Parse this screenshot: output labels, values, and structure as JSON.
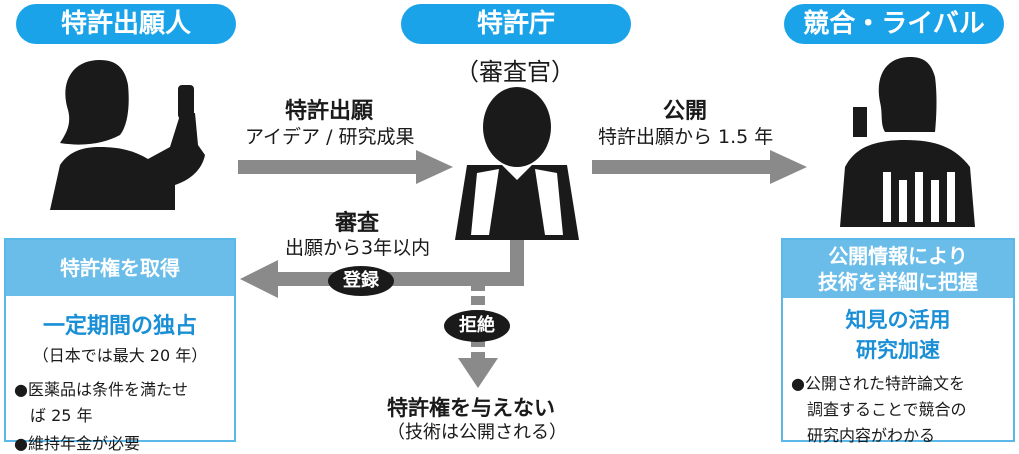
{
  "applicant": {
    "title": "特許出願人",
    "result_box": {
      "heading": "特許権を取得",
      "main": "一定期間の独占",
      "sub": "（日本では最大 20 年）",
      "bullets": [
        "●医薬品は条件を満たせ",
        "ば 25 年",
        "●維持年金が必要"
      ]
    }
  },
  "office": {
    "title": "特許庁",
    "role": "（審査官）"
  },
  "rival": {
    "title": "競合・ライバル",
    "result_box": {
      "heading_lines": [
        "公開情報により",
        "技術を詳細に把握"
      ],
      "main_lines": [
        "知見の活用",
        "研究加速"
      ],
      "bullets": [
        "●公開された特許論文を",
        "調査することで競合の",
        "研究内容がわかる"
      ]
    }
  },
  "arrows": {
    "application": {
      "title": "特許出願",
      "subtitle": "アイデア / 研究成果"
    },
    "publication": {
      "title": "公開",
      "subtitle": "特許出願から 1.5 年"
    },
    "examination": {
      "title": "審査",
      "subtitle": "出願から3年以内"
    },
    "registration": "登録",
    "rejection": "拒絶"
  },
  "rejection_result": {
    "title": "特許権を与えない",
    "subtitle": "（技術は公開される）"
  },
  "colors": {
    "pill_blue": "#1aa3e8",
    "box_header_blue": "#6bbde9",
    "accent_blue": "#1a8fd6",
    "arrow_gray": "#8a8a8a",
    "silhouette": "#1a1a1a"
  }
}
